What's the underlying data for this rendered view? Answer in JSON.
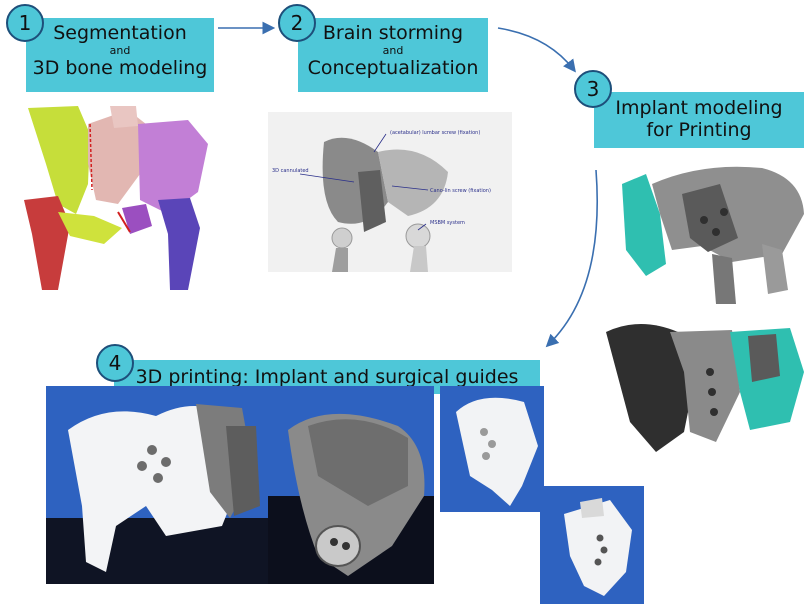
{
  "steps": [
    {
      "number": "1",
      "title": "Segmentation",
      "connector": "and",
      "subtitle": "3D bone modeling"
    },
    {
      "number": "2",
      "title": "Brain storming",
      "connector": "and",
      "subtitle": "Conceptualization"
    },
    {
      "number": "3",
      "title": "Implant modeling",
      "subtitle": "for Printing"
    },
    {
      "number": "4",
      "title": "3D printing: Implant and surgical guides"
    }
  ],
  "sketch_annotations": [
    "3D cannulated",
    "(acetabular) lumbar screw (fixation)",
    "Cano-lin screw (fixation)",
    "MSBM system"
  ],
  "colors": {
    "label_box": "#4ec7d8",
    "arrow": "#3a6fb0",
    "implant_teal": "#2fbfb0",
    "photo_blue": "#2e62c0"
  }
}
